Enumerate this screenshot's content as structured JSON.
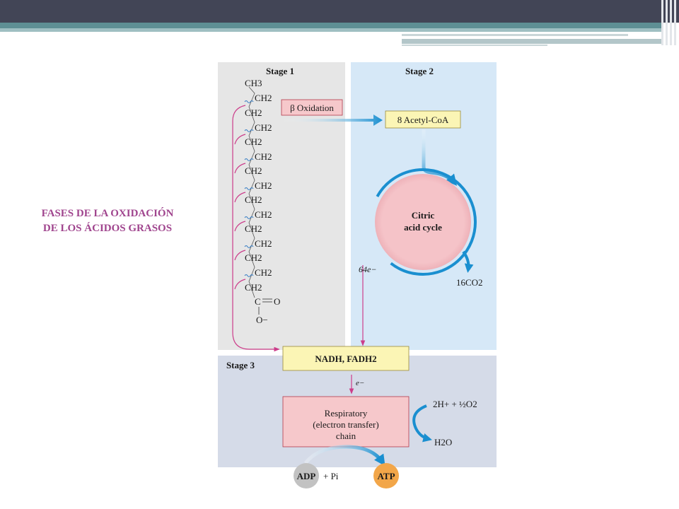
{
  "slide": {
    "title_line1": "FASES DE LA OXIDACIÓN",
    "title_line2": "DE LOS ÁCIDOS GRASOS"
  },
  "diagram": {
    "stage1_label": "Stage 1",
    "stage2_label": "Stage 2",
    "stage3_label": "Stage 3",
    "chain": {
      "top": "CH3",
      "units": [
        "CH2",
        "CH2",
        "CH2",
        "CH2",
        "CH2",
        "CH2",
        "CH2",
        "CH2",
        "CH2",
        "CH2",
        "CH2",
        "CH2",
        "CH2",
        "CH2"
      ],
      "carboxyl_c": "C",
      "carboxyl_o": "O",
      "carboxylate": "O−"
    },
    "beta_oxidation": "β Oxidation",
    "acetyl_coa": "8 Acetyl-CoA",
    "citric_cycle_line1": "Citric",
    "citric_cycle_line2": "acid cycle",
    "electrons_64": "64e−",
    "co2": "16CO2",
    "nadh_fadh": "NADH, FADH2",
    "electron": "e−",
    "respiratory_line1": "Respiratory",
    "respiratory_line2": "(electron transfer)",
    "respiratory_line3": "chain",
    "oxygen_input": "2H+ + ½O2",
    "water": "H2O",
    "adp": "ADP",
    "plus_pi": "+ Pi",
    "atp": "ATP",
    "colors": {
      "stage1_bg": "#e6e6e6",
      "stage2_bg": "#d6e8f7",
      "stage3_bg": "#d5dbe8",
      "beta_box": "#f6c8cb",
      "yellow_box": "#fbf5b5",
      "citric_fill": "#f5c3c8",
      "arrow_blue": "#1a8fd0",
      "magenta": "#cc3d8a",
      "adp_grey": "#c2c2c2",
      "atp_orange": "#f2a649"
    }
  }
}
